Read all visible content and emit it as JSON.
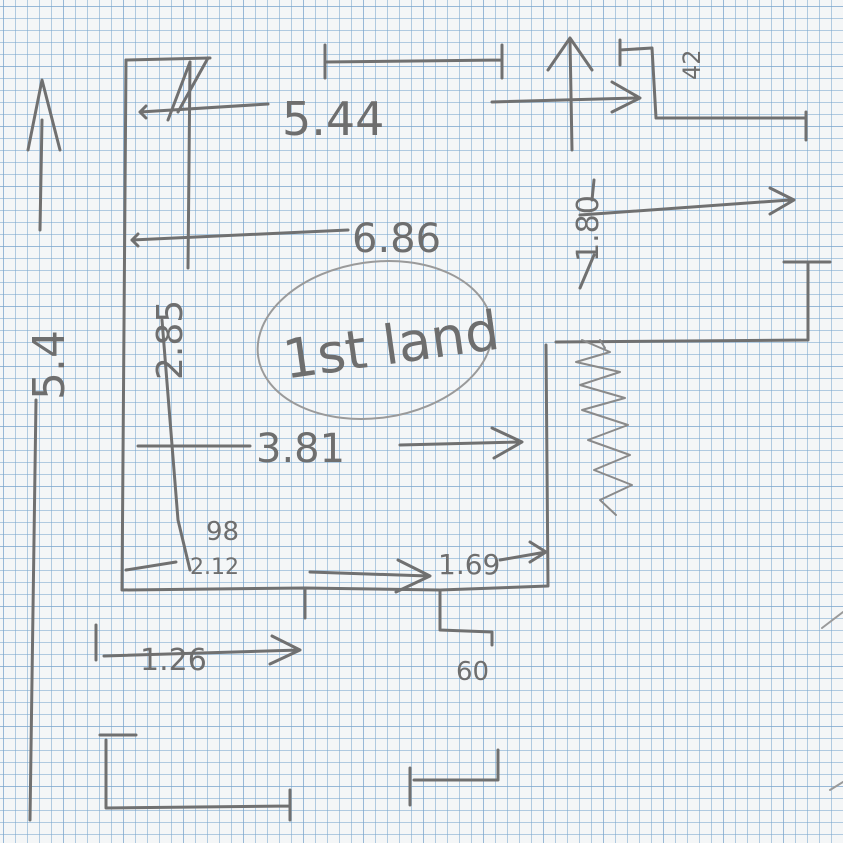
{
  "sketch": {
    "room_label": "1st land",
    "dimensions": {
      "top_length": "5.44",
      "wall_length": "6.86",
      "left_height": "5.4",
      "inner_height": "2.85",
      "middle_width": "3.81",
      "small_offset": "98",
      "bottom_inner": "2.12",
      "bottom_step": "1.69",
      "bottom_left": "1.26",
      "step_depth": "60",
      "right_height": "1.80",
      "right_top": "42"
    }
  }
}
